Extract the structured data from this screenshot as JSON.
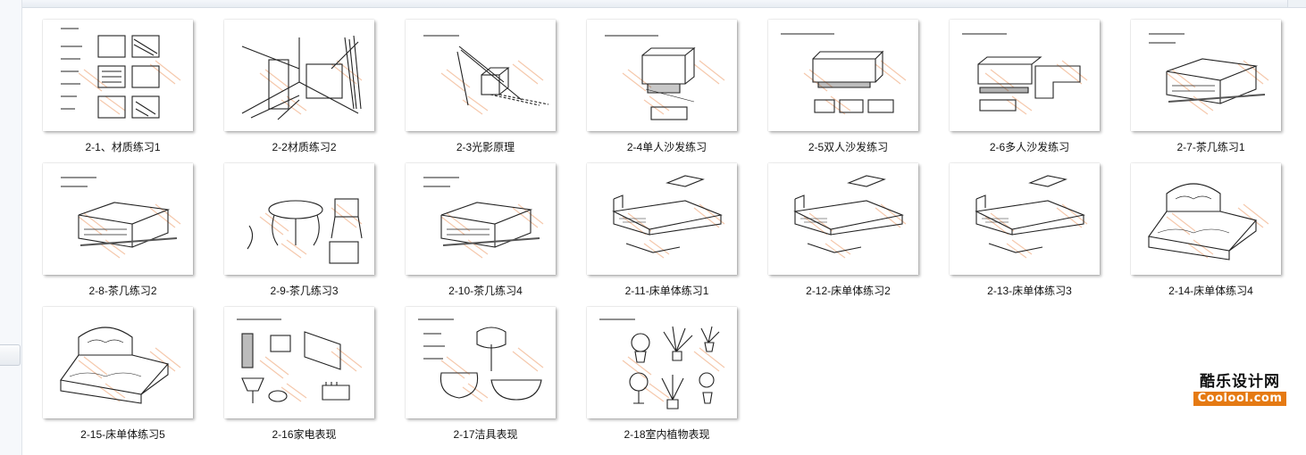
{
  "window": {
    "colors": {
      "accent_logo": "#e57a13",
      "background": "#ffffff"
    }
  },
  "thumbnails": [
    {
      "caption": "2-1、材质练习1",
      "icon": "sketch-materials"
    },
    {
      "caption": "2-2材质练习2",
      "icon": "sketch-perspective-room"
    },
    {
      "caption": "2-3光影原理",
      "icon": "sketch-light-shadow"
    },
    {
      "caption": "2-4单人沙发练习",
      "icon": "sketch-armchair"
    },
    {
      "caption": "2-5双人沙发练习",
      "icon": "sketch-loveseat"
    },
    {
      "caption": "2-6多人沙发练习",
      "icon": "sketch-sectional-sofa"
    },
    {
      "caption": "2-7-茶几练习1",
      "icon": "sketch-coffee-table"
    },
    {
      "caption": "2-8-茶几练习2",
      "icon": "sketch-coffee-table"
    },
    {
      "caption": "2-9-茶几练习3",
      "icon": "sketch-round-table"
    },
    {
      "caption": "2-10-茶几练习4",
      "icon": "sketch-coffee-table"
    },
    {
      "caption": "2-11-床单体练习1",
      "icon": "sketch-bed"
    },
    {
      "caption": "2-12-床单体练习2",
      "icon": "sketch-bed"
    },
    {
      "caption": "2-13-床单体练习3",
      "icon": "sketch-bed"
    },
    {
      "caption": "2-14-床单体练习4",
      "icon": "sketch-ornate-bed"
    },
    {
      "caption": "2-15-床单体练习5",
      "icon": "sketch-ornate-bed"
    },
    {
      "caption": "2-16家电表现",
      "icon": "sketch-appliances"
    },
    {
      "caption": "2-17洁具表现",
      "icon": "sketch-sanitary-ware"
    },
    {
      "caption": "2-18室内植物表现",
      "icon": "sketch-plants"
    }
  ],
  "logo": {
    "chinese": "酷乐设计网",
    "english": "Coolool.com"
  }
}
